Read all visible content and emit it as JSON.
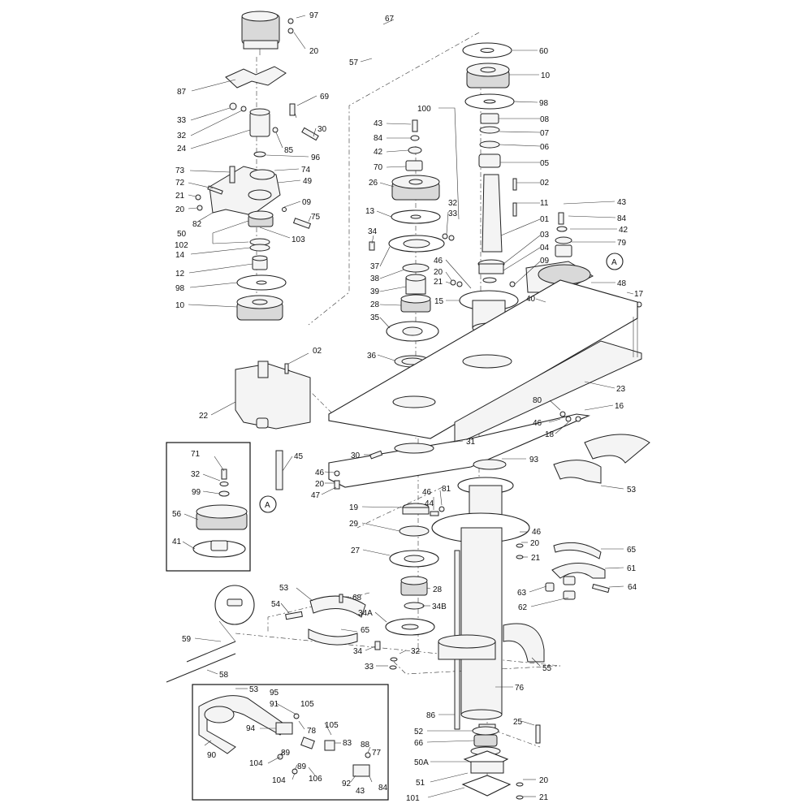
{
  "labels": {
    "l97": "97",
    "l20a": "20",
    "l87": "87",
    "l69": "69",
    "l33a": "33",
    "l32a": "32",
    "l24": "24",
    "l85": "85",
    "l30a": "30",
    "l96": "96",
    "l73": "73",
    "l72": "72",
    "l74": "74",
    "l49": "49",
    "l21a": "21",
    "l09a": "09",
    "l20b": "20",
    "l82": "82",
    "l75": "75",
    "l50": "50",
    "l103": "103",
    "l102": "102",
    "l14": "14",
    "l12": "12",
    "l98a": "98",
    "l10a": "10",
    "l67": "67",
    "l57": "57",
    "l100": "100",
    "l43a": "43",
    "l84a": "84",
    "l42a": "42",
    "l70": "70",
    "l26": "26",
    "l13": "13",
    "l32b": "32",
    "l33b": "33",
    "l34a": "34",
    "l37": "37",
    "l38": "38",
    "l39": "39",
    "l28a": "28",
    "l35": "35",
    "l36": "36",
    "l46a": "46",
    "l20c": "20",
    "l21b": "21",
    "l15": "15",
    "l60": "60",
    "l10b": "10",
    "l98b": "98",
    "l08": "08",
    "l07": "07",
    "l06": "06",
    "l05": "05",
    "l02a": "02",
    "l11": "11",
    "l01": "01",
    "l03": "03",
    "l04": "04",
    "l09b": "09",
    "lA1": "A",
    "l48": "48",
    "l40": "40",
    "l17": "17",
    "l43b": "43",
    "l84b": "84",
    "l42b": "42",
    "l79": "79",
    "l02b": "02",
    "l22": "22",
    "l23": "23",
    "l80": "80",
    "l16": "16",
    "l46b": "46",
    "l18": "18",
    "l31": "31",
    "l30b": "30",
    "l45": "45",
    "l46c": "46",
    "l20d": "20",
    "l47": "47",
    "l93": "93",
    "l53a": "53",
    "l71": "71",
    "l32c": "32",
    "l99": "99",
    "l56": "56",
    "lA2": "A",
    "l41": "41",
    "l46d": "46",
    "l81": "81",
    "l44": "44",
    "l19": "19",
    "l29": "29",
    "l27": "27",
    "l28b": "28",
    "l34A": "34A",
    "l34B": "34B",
    "l34b": "34",
    "l32d": "32",
    "l33c": "33",
    "l53b": "53",
    "l68": "68",
    "l54": "54",
    "l65a": "65",
    "l46e": "46",
    "l20e": "20",
    "l21c": "21",
    "l65b": "65",
    "l61": "61",
    "l63": "63",
    "l64": "64",
    "l62": "62",
    "l55": "55",
    "l76": "76",
    "l86": "86",
    "l59": "59",
    "l58": "58",
    "l53c": "53",
    "l95": "95",
    "l91": "91",
    "l105a": "105",
    "l94": "94",
    "l105b": "105",
    "l78": "78",
    "l83": "83",
    "l88": "88",
    "l77": "77",
    "l89a": "89",
    "l89b": "89",
    "l90": "90",
    "l104a": "104",
    "l104b": "104",
    "l106": "106",
    "l92": "92",
    "l43c": "43",
    "l84c": "84",
    "l25": "25",
    "l52": "52",
    "l66": "66",
    "l50A": "50A",
    "l51": "51",
    "l101": "101",
    "l20f": "20",
    "l21d": "21"
  }
}
